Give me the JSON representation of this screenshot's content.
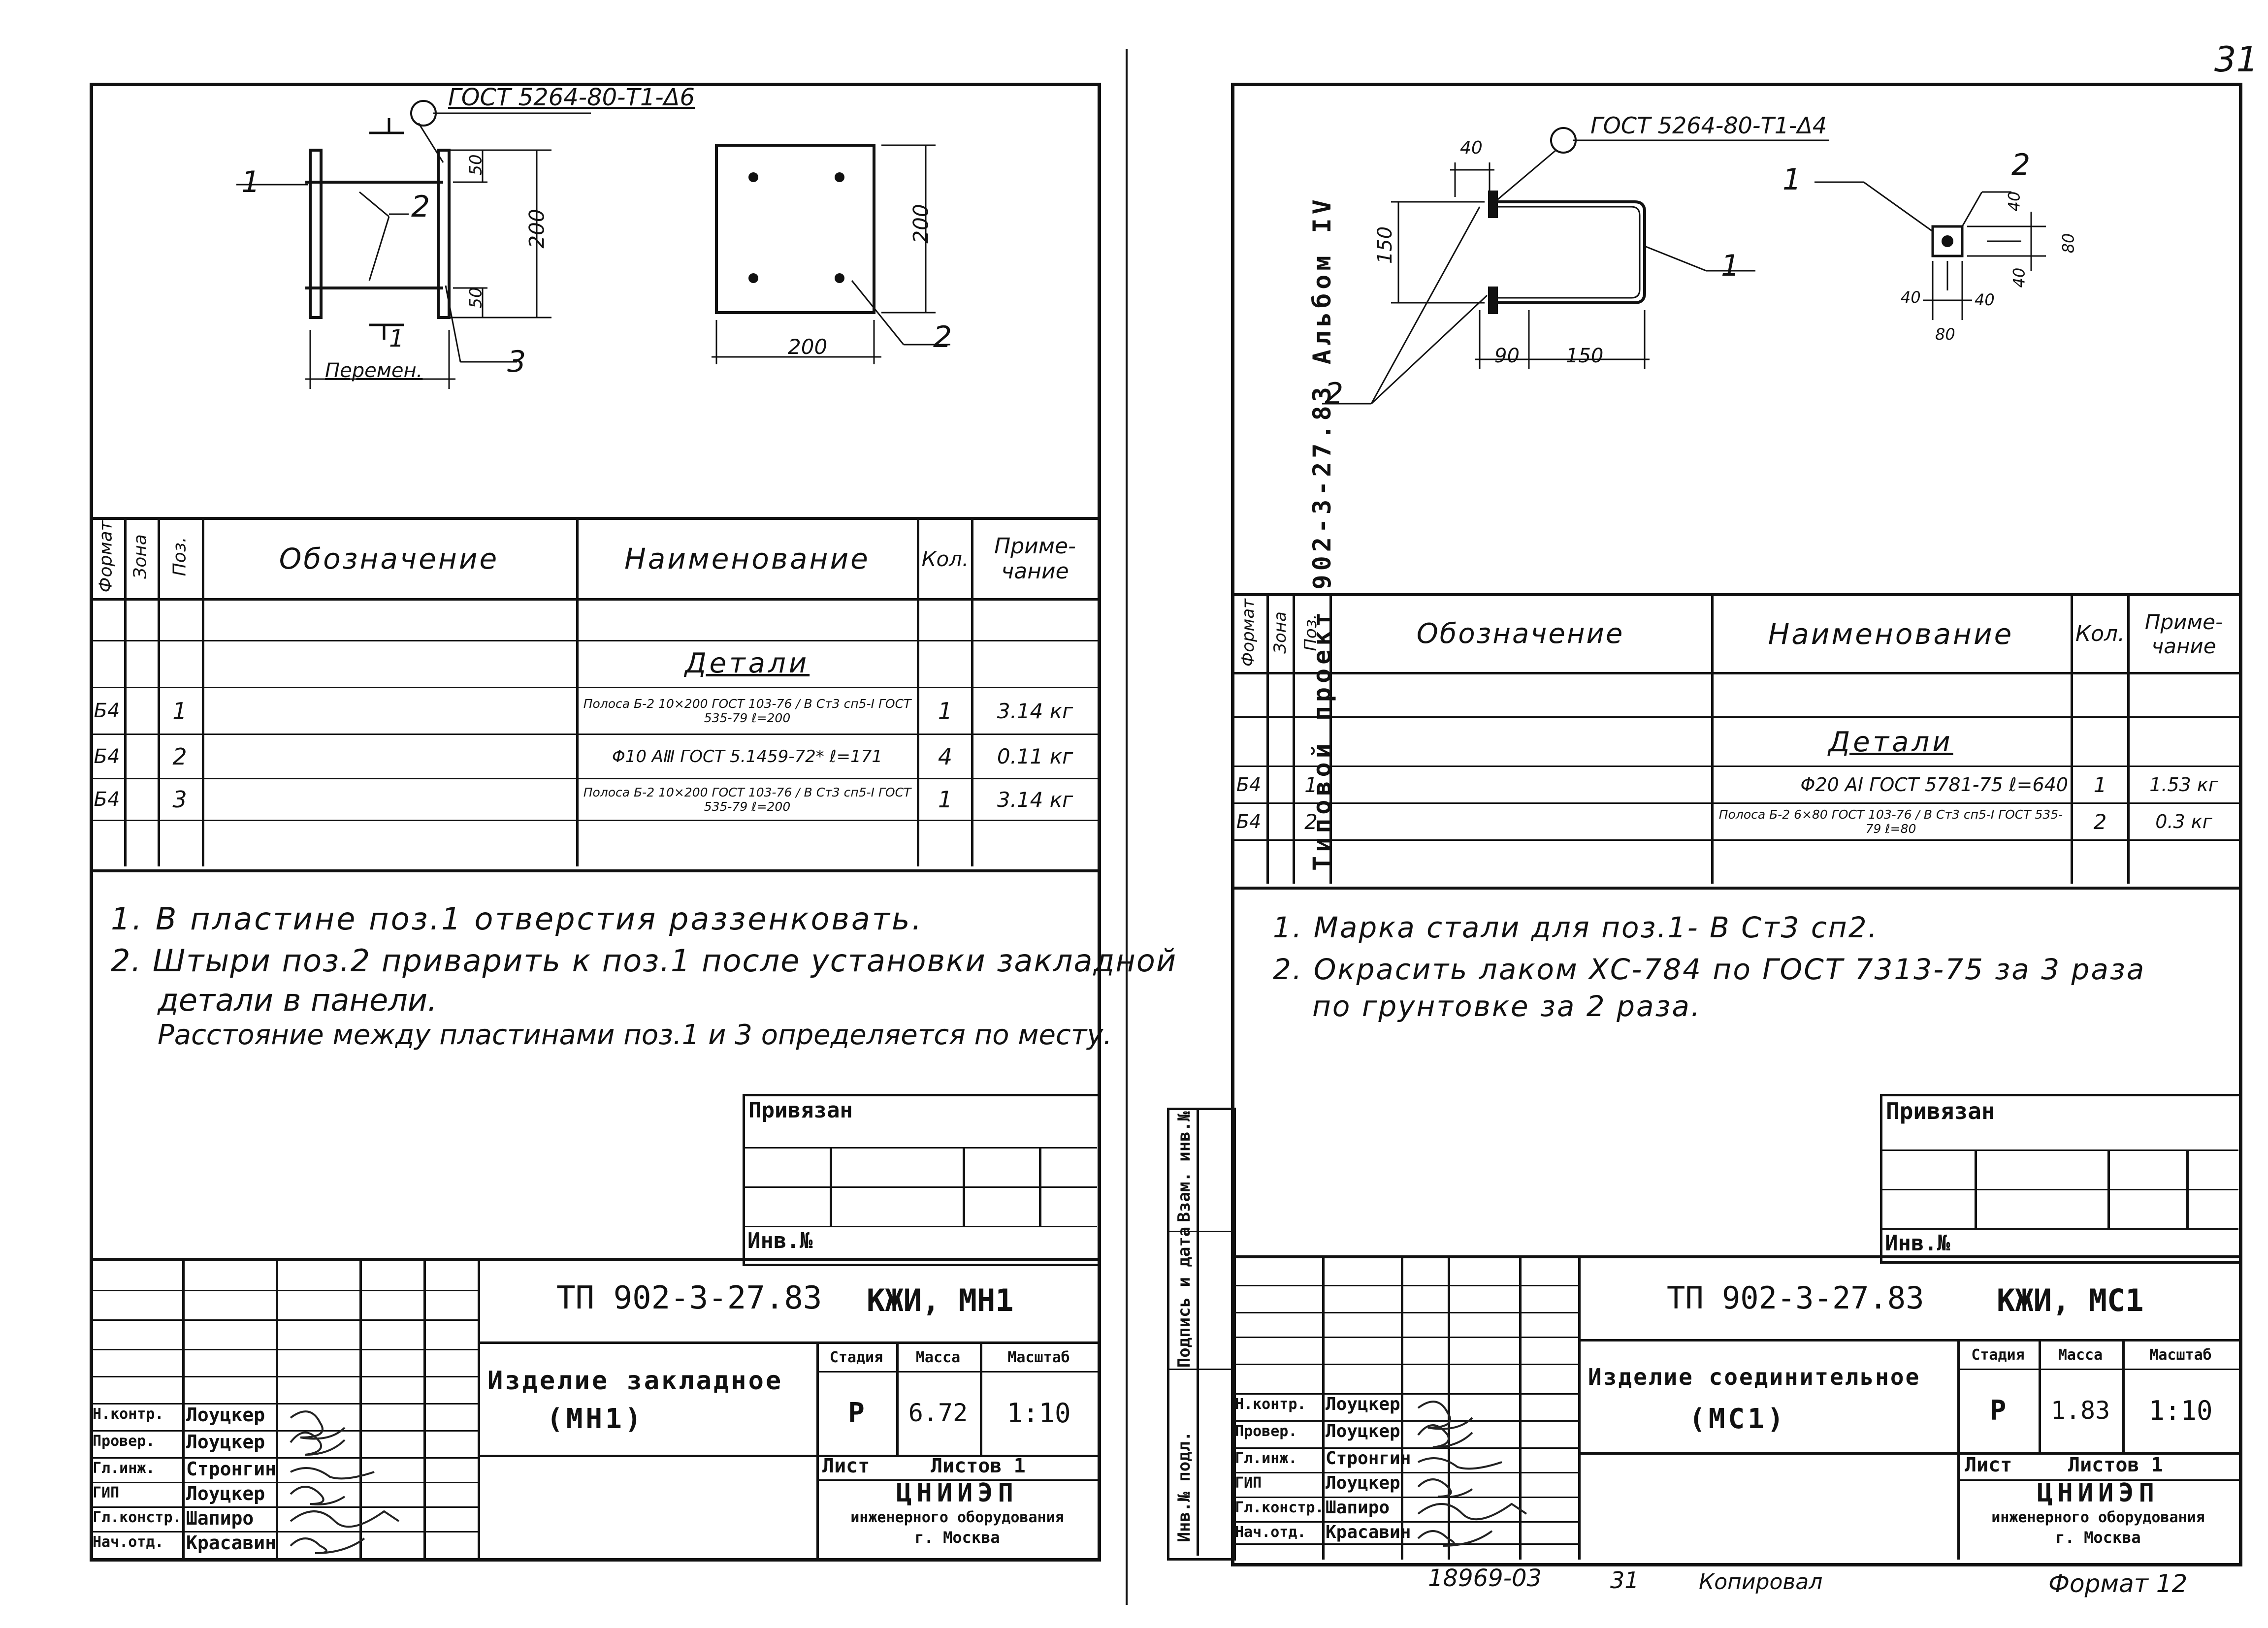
{
  "page_number": "31",
  "album": {
    "label": "Типовой проект 902-3-27.83 Альбом IV"
  },
  "side_stamp": [
    "Инв.№ подл.",
    "Подпись и дата",
    "Взам. инв.№"
  ],
  "left": {
    "drawing": {
      "weld_ref": "ГОСТ 5264-80-Т1-Δ6",
      "dims": [
        "50",
        "200",
        "50",
        "200",
        "200"
      ],
      "var_label": "Перемен.",
      "callouts": [
        "1",
        "2",
        "3",
        "2"
      ],
      "section_mark": "1"
    },
    "spec": {
      "headers": [
        "Формат",
        "Зона",
        "Поз.",
        "Обозначение",
        "Наименование",
        "Кол.",
        "Приме-чание"
      ],
      "group": "Детали",
      "rows": [
        {
          "format": "Б4",
          "pos": "1",
          "name": "Полоса Б-2 10×200 ГОСТ 103-76 / В Ст3 сп5-I ГОСТ 535-79 ℓ=200",
          "qty": "1",
          "note": "3.14 кг"
        },
        {
          "format": "Б4",
          "pos": "2",
          "name": "Φ10 АⅢ ГОСТ 5.1459-72* ℓ=171",
          "qty": "4",
          "note": "0.11 кг"
        },
        {
          "format": "Б4",
          "pos": "3",
          "name": "Полоса Б-2 10×200 ГОСТ 103-76 / В Ст3 сп5-I ГОСТ 535-79 ℓ=200",
          "qty": "1",
          "note": "3.14 кг"
        }
      ]
    },
    "notes": [
      "1. В пластине поз.1 отверстия раззенковать.",
      "2. Штыри поз.2 приварить к поз.1 после установки закладной",
      "детали в панели.",
      "Расстояние между пластинами поз.1 и 3 определяется по месту."
    ],
    "privyazan": "Привязан",
    "inv_no": "Инв.№",
    "title_block": {
      "code": "ТП 902-3-27.83",
      "mark": "КЖИ, МН1",
      "item": "Изделие закладное",
      "item_mark": "(МН1)",
      "stage_h": "Стадия",
      "mass_h": "Масса",
      "scale_h": "Масштаб",
      "stage": "Р",
      "mass": "6.72",
      "scale": "1:10",
      "sheet": "Лист",
      "sheets": "Листов 1",
      "org1": "ЦНИИЭП",
      "org2": "инженерного оборудования",
      "org3": "г. Москва",
      "roles": [
        "Н.контр.",
        "Провер.",
        "Гл.инж.",
        "ГИП",
        "Гл.констр.",
        "Нач.отд."
      ],
      "names": [
        "Лоуцкер",
        "Лоуцкер",
        "Стронгин",
        "Лоуцкер",
        "Шапиро",
        "Красавин"
      ]
    }
  },
  "right": {
    "drawing": {
      "weld_ref": "ГОСТ 5264-80-Т1-Δ4",
      "dims": [
        "40",
        "150",
        "90",
        "150",
        "40",
        "80",
        "40",
        "40",
        "40",
        "80"
      ],
      "callouts": [
        "1",
        "2",
        "1",
        "2"
      ]
    },
    "spec": {
      "headers": [
        "Формат",
        "Зона",
        "Поз.",
        "Обозначение",
        "Наименование",
        "Кол.",
        "Приме-чание"
      ],
      "group": "Детали",
      "rows": [
        {
          "format": "Б4",
          "pos": "1",
          "name": "Φ20 АI ГОСТ 5781-75 ℓ=640",
          "qty": "1",
          "note": "1.53 кг"
        },
        {
          "format": "Б4",
          "pos": "2",
          "name": "Полоса Б-2 6×80 ГОСТ 103-76 / В Ст3 сп5-I ГОСТ 535-79 ℓ=80",
          "qty": "2",
          "note": "0.3 кг"
        }
      ]
    },
    "notes": [
      "1. Марка стали для поз.1- В Ст3 сп2.",
      "2. Окрасить лаком ХС-784 по ГОСТ 7313-75 за 3 раза",
      "по грунтовке за 2 раза."
    ],
    "privyazan": "Привязан",
    "inv_no": "Инв.№",
    "title_block": {
      "code": "ТП 902-3-27.83",
      "mark": "КЖИ, МС1",
      "item": "Изделие соединительное",
      "item_mark": "(МС1)",
      "stage_h": "Стадия",
      "mass_h": "Масса",
      "scale_h": "Масштаб",
      "stage": "Р",
      "mass": "1.83",
      "scale": "1:10",
      "sheet": "Лист",
      "sheets": "Листов 1",
      "org1": "ЦНИИЭП",
      "org2": "инженерного оборудования",
      "org3": "г. Москва",
      "roles": [
        "Н.контр.",
        "Провер.",
        "Гл.инж.",
        "ГИП",
        "Гл.констр.",
        "Нач.отд."
      ],
      "names": [
        "Лоуцкер",
        "Лоуцкер",
        "Стронгин",
        "Лоуцкер",
        "Шапиро",
        "Красавин"
      ]
    }
  },
  "footer": {
    "order_no": "18969-03",
    "sheet_no": "31",
    "copied": "Копировал",
    "format": "Формат 12"
  }
}
